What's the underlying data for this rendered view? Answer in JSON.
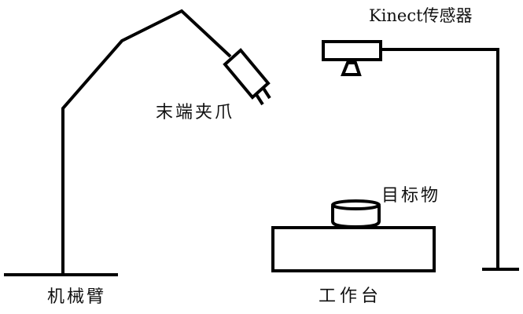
{
  "labels": {
    "gripper": "末端夹爪",
    "arm": "机械臂",
    "sensor": "Kinect传感器",
    "target": "目标物",
    "table": "工作台"
  },
  "colors": {
    "stroke": "#000000",
    "background": "#ffffff"
  }
}
